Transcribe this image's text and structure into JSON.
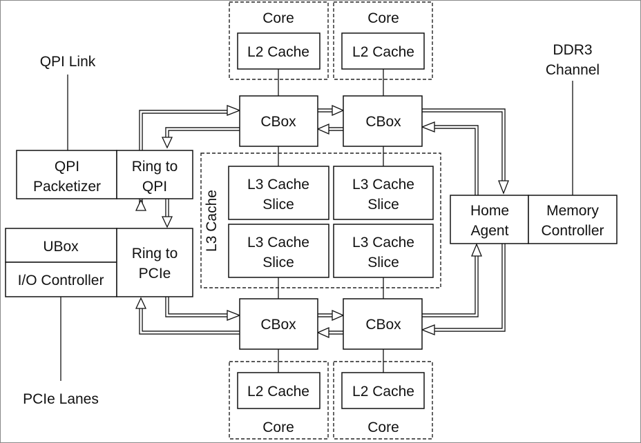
{
  "core_labels": {
    "top_left": "Core",
    "top_right": "Core",
    "bottom_left": "Core",
    "bottom_right": "Core"
  },
  "l2_caches": {
    "top_left": "L2 Cache",
    "top_right": "L2 Cache",
    "bottom_left": "L2 Cache",
    "bottom_right": "L2 Cache"
  },
  "cboxes": {
    "top_left": "CBox",
    "top_right": "CBox",
    "bottom_left": "CBox",
    "bottom_right": "CBox"
  },
  "l3_cache": {
    "label": "L3 Cache",
    "slices": [
      {
        "line1": "L3 Cache",
        "line2": "Slice"
      },
      {
        "line1": "L3 Cache",
        "line2": "Slice"
      },
      {
        "line1": "L3 Cache",
        "line2": "Slice"
      },
      {
        "line1": "L3 Cache",
        "line2": "Slice"
      }
    ]
  },
  "qpi_link": "QPI Link",
  "qpi_packetizer": {
    "line1": "QPI",
    "line2": "Packetizer"
  },
  "ring_to_qpi": {
    "line1": "Ring to",
    "line2": "QPI"
  },
  "ubox": "UBox",
  "io_controller": "I/O Controller",
  "ring_to_pcie": {
    "line1": "Ring to",
    "line2": "PCIe"
  },
  "pcie_lanes": "PCIe Lanes",
  "ddr3_channel": {
    "line1": "DDR3",
    "line2": "Channel"
  },
  "home_agent": {
    "line1": "Home",
    "line2": "Agent"
  },
  "memory_controller": {
    "line1": "Memory",
    "line2": "Controller"
  }
}
